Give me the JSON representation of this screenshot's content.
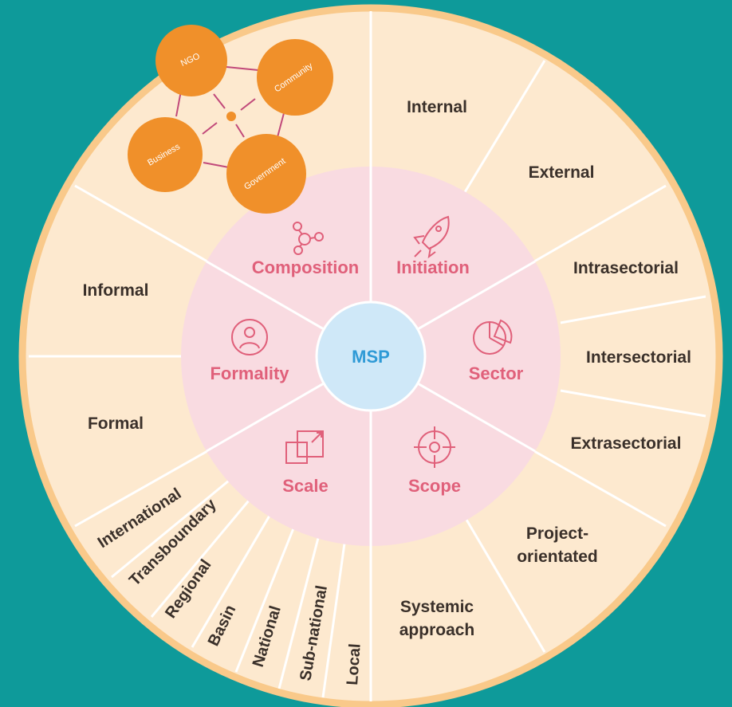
{
  "colors": {
    "background": "#0e9a9a",
    "outer_ring": "#fde9cf",
    "outer_rim": "#f9c98a",
    "inner_ring": "#f9dbe1",
    "center": "#cfe8f8",
    "center_text": "#2f9ad6",
    "inner_text": "#e0607a",
    "outer_text": "#3a302a",
    "stakeholder_nodes": "#f0902a",
    "stakeholder_arrows": "#c1497a"
  },
  "center": {
    "label": "MSP"
  },
  "dimensions": [
    {
      "id": "composition",
      "label": "Composition",
      "icon": "network-nodes-icon"
    },
    {
      "id": "initiation",
      "label": "Initiation",
      "icon": "rocket-icon"
    },
    {
      "id": "sector",
      "label": "Sector",
      "icon": "pie-chart-icon"
    },
    {
      "id": "scope",
      "label": "Scope",
      "icon": "target-icon"
    },
    {
      "id": "scale",
      "label": "Scale",
      "icon": "overlapping-squares-icon"
    },
    {
      "id": "formality",
      "label": "Formality",
      "icon": "person-icon"
    }
  ],
  "outer": {
    "initiation": [
      "Internal",
      "External"
    ],
    "sector": [
      "Intrasectorial",
      "Intersectorial",
      "Extrasectorial"
    ],
    "scope": [
      [
        "Project-",
        "orientated"
      ],
      [
        "Systemic",
        "approach"
      ]
    ],
    "scale": [
      "Local",
      "Sub-national",
      "National",
      "Basin",
      "Regional",
      "Transboundary",
      "International"
    ],
    "formality": [
      "Formal",
      "Informal"
    ]
  },
  "stakeholders": [
    "NGO",
    "Community",
    "Government",
    "Business"
  ]
}
